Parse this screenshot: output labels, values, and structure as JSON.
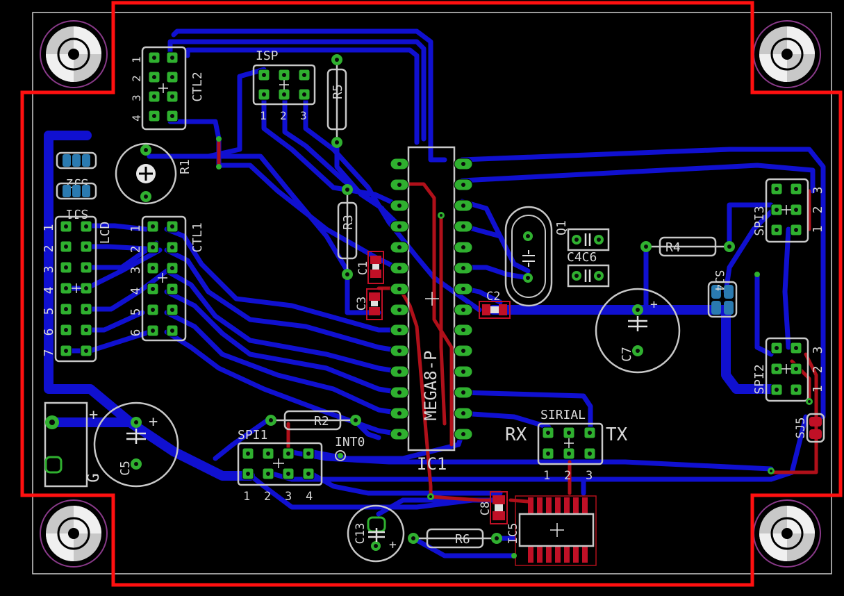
{
  "board": {
    "outline_color": "#ff0000",
    "bottom_copper_color": "#1010d0",
    "top_copper_color": "#b0101a",
    "pad_color": "#2fb02f",
    "silk_color": "#c8c8c8"
  },
  "components": {
    "ctl2": {
      "name": "CTL2",
      "pins": [
        "1",
        "2",
        "3",
        "4"
      ]
    },
    "isp": {
      "name": "ISP",
      "pins": [
        "1",
        "2",
        "3"
      ]
    },
    "r5": "R5",
    "r1": "R1",
    "sj2": "SJ2",
    "sj1": "SJ1",
    "lcd": {
      "name": "LCD",
      "pins": [
        "1",
        "2",
        "3",
        "4",
        "5",
        "6",
        "7"
      ]
    },
    "ctl1": {
      "name": "CTL1",
      "pins": [
        "1",
        "2",
        "3",
        "4",
        "5",
        "6"
      ]
    },
    "r3": "R3",
    "c1": "C1",
    "c3": "C3",
    "ic1": {
      "name": "IC1",
      "part": "MEGA8-P"
    },
    "q1": "Q1",
    "c4c6": "C4C6",
    "c2": "C2",
    "r4": "R4",
    "spi3": {
      "name": "SPI3",
      "pins": [
        "1",
        "2",
        "3"
      ]
    },
    "sj4": "SJ4",
    "c7": "C7",
    "spi2": {
      "name": "SPI2",
      "pins": [
        "1",
        "2",
        "3"
      ]
    },
    "sj5": "SJ5",
    "serial": {
      "name": "SIRIAL",
      "rx": "RX",
      "tx": "TX",
      "pins": [
        "1",
        "2",
        "3"
      ]
    },
    "r2": "R2",
    "spi1": {
      "name": "SPI1",
      "pins": [
        "1",
        "2",
        "3",
        "4"
      ]
    },
    "int0": "INT0",
    "c5": "C5",
    "power_g": "G",
    "plus": "+",
    "c8": "C8",
    "c13": "C13",
    "r6": "R6",
    "ic5": "IC5"
  }
}
